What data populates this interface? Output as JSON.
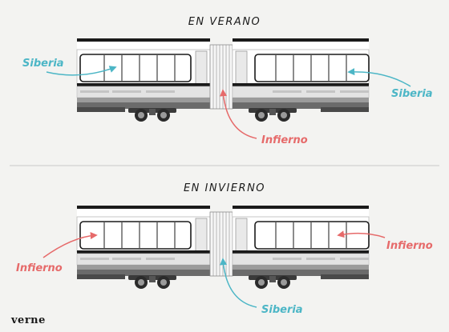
{
  "colors": {
    "cold": "#4cb6c6",
    "hot": "#e66a6a",
    "ink": "#1a1a1a",
    "background": "#f3f3f1"
  },
  "summer": {
    "title": "EN VERANO",
    "left_label": "Siberia",
    "right_label": "Siberia",
    "gap_label": "Infierno"
  },
  "winter": {
    "title": "EN INVIERNO",
    "left_label": "Infierno",
    "right_label": "Infierno",
    "gap_label": "Siberia"
  },
  "brand": "verne"
}
